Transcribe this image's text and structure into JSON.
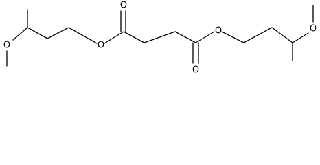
{
  "molecule": {
    "atoms": {
      "o_methoxy_left": "O",
      "o_ester_left": "O",
      "o_carbonyl_left": "O",
      "o_carbonyl_right": "O",
      "o_ester_right": "O",
      "o_methoxy_right": "O"
    },
    "colors": {
      "bond": "#000000",
      "label": "#000000",
      "background": "#ffffff"
    }
  }
}
